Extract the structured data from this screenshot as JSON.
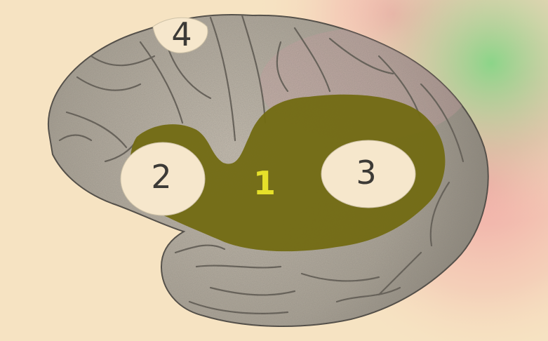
{
  "regions": [
    {
      "id": "1",
      "label": "1",
      "color": "#e6e02a",
      "fill": "#736b14"
    },
    {
      "id": "2",
      "label": "2",
      "color": "#3c3a36",
      "fill": "#f6e7cc"
    },
    {
      "id": "3",
      "label": "3",
      "color": "#3c3a36",
      "fill": "#f6e7cc"
    },
    {
      "id": "4",
      "label": "4",
      "color": "#3c3a36",
      "fill": "#f6e7cc"
    }
  ],
  "colors": {
    "background": "#f6e3c2",
    "brain": "#b7b0a3",
    "gyri_lines": "#5d5850",
    "highlight_green": "#8fd68c",
    "highlight_pink": "#ef9fa0"
  }
}
